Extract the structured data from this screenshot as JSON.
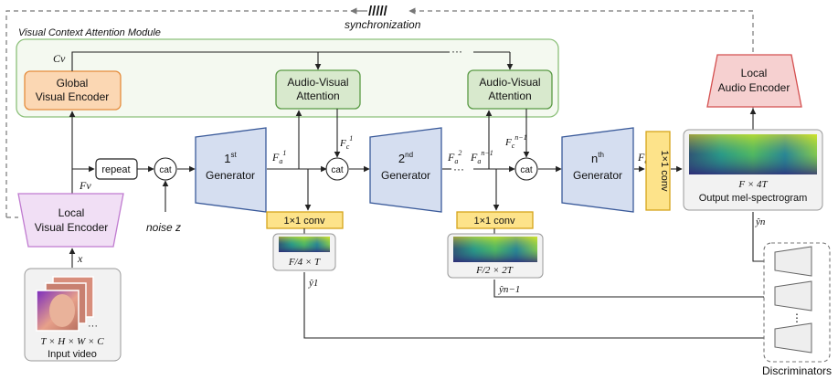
{
  "sync": {
    "label": "synchronization",
    "mark": "/////"
  },
  "module_title": "Visual Context Attention Module",
  "labels": {
    "cv": "Cv",
    "fv": "Fv",
    "x": "x",
    "noise": "noise z",
    "cat": "cat",
    "repeat": "repeat",
    "conv": "1×1 conv",
    "ellipsis": "···",
    "vdots": "⋮"
  },
  "blocks": {
    "global_encoder": [
      "Global",
      "Visual Encoder"
    ],
    "local_visual_encoder": [
      "Local",
      "Visual Encoder"
    ],
    "av_attention": [
      "Audio-Visual",
      "Attention"
    ],
    "local_audio_encoder": [
      "Local",
      "Audio Encoder"
    ],
    "discriminators": "Discriminators"
  },
  "generators": [
    {
      "sup": "st",
      "num": "1",
      "name": "Generator"
    },
    {
      "sup": "nd",
      "num": "2",
      "name": "Generator"
    },
    {
      "sup": "th",
      "num": "n",
      "name": "Generator"
    }
  ],
  "features": {
    "fa1": "Fa1",
    "fc1": "Fc1",
    "fa2": "Fa2",
    "fan1": "Fan−1",
    "fcn1": "Fcn−1",
    "fan": "Fan"
  },
  "outputs": {
    "small_dim": "F/4 × T",
    "mid_dim": "F/2 × 2T",
    "big_dim": "F × 4T",
    "big_caption": "Output mel-spectrogram",
    "y1": "ŷ1",
    "yn1": "ŷn−1",
    "yn": "ŷn"
  },
  "input_video": {
    "dims": "T × H × W × C",
    "caption": "Input video"
  },
  "colors": {
    "module_border": "#8cc07a",
    "module_fill": "#f4f9f0",
    "orange_fill": "#fbd7b3",
    "orange_border": "#e58d3d",
    "green_fill": "#d8e9cd",
    "green_border": "#5a9a45",
    "blue_fill": "#d5def0",
    "blue_border": "#3a5a9a",
    "yellow_fill": "#fde38a",
    "yellow_border": "#d5a51a",
    "pink_fill": "#f6d0d0",
    "pink_border": "#d44f4f",
    "lilac_fill": "#f1dff5",
    "lilac_border": "#c07bd0"
  }
}
